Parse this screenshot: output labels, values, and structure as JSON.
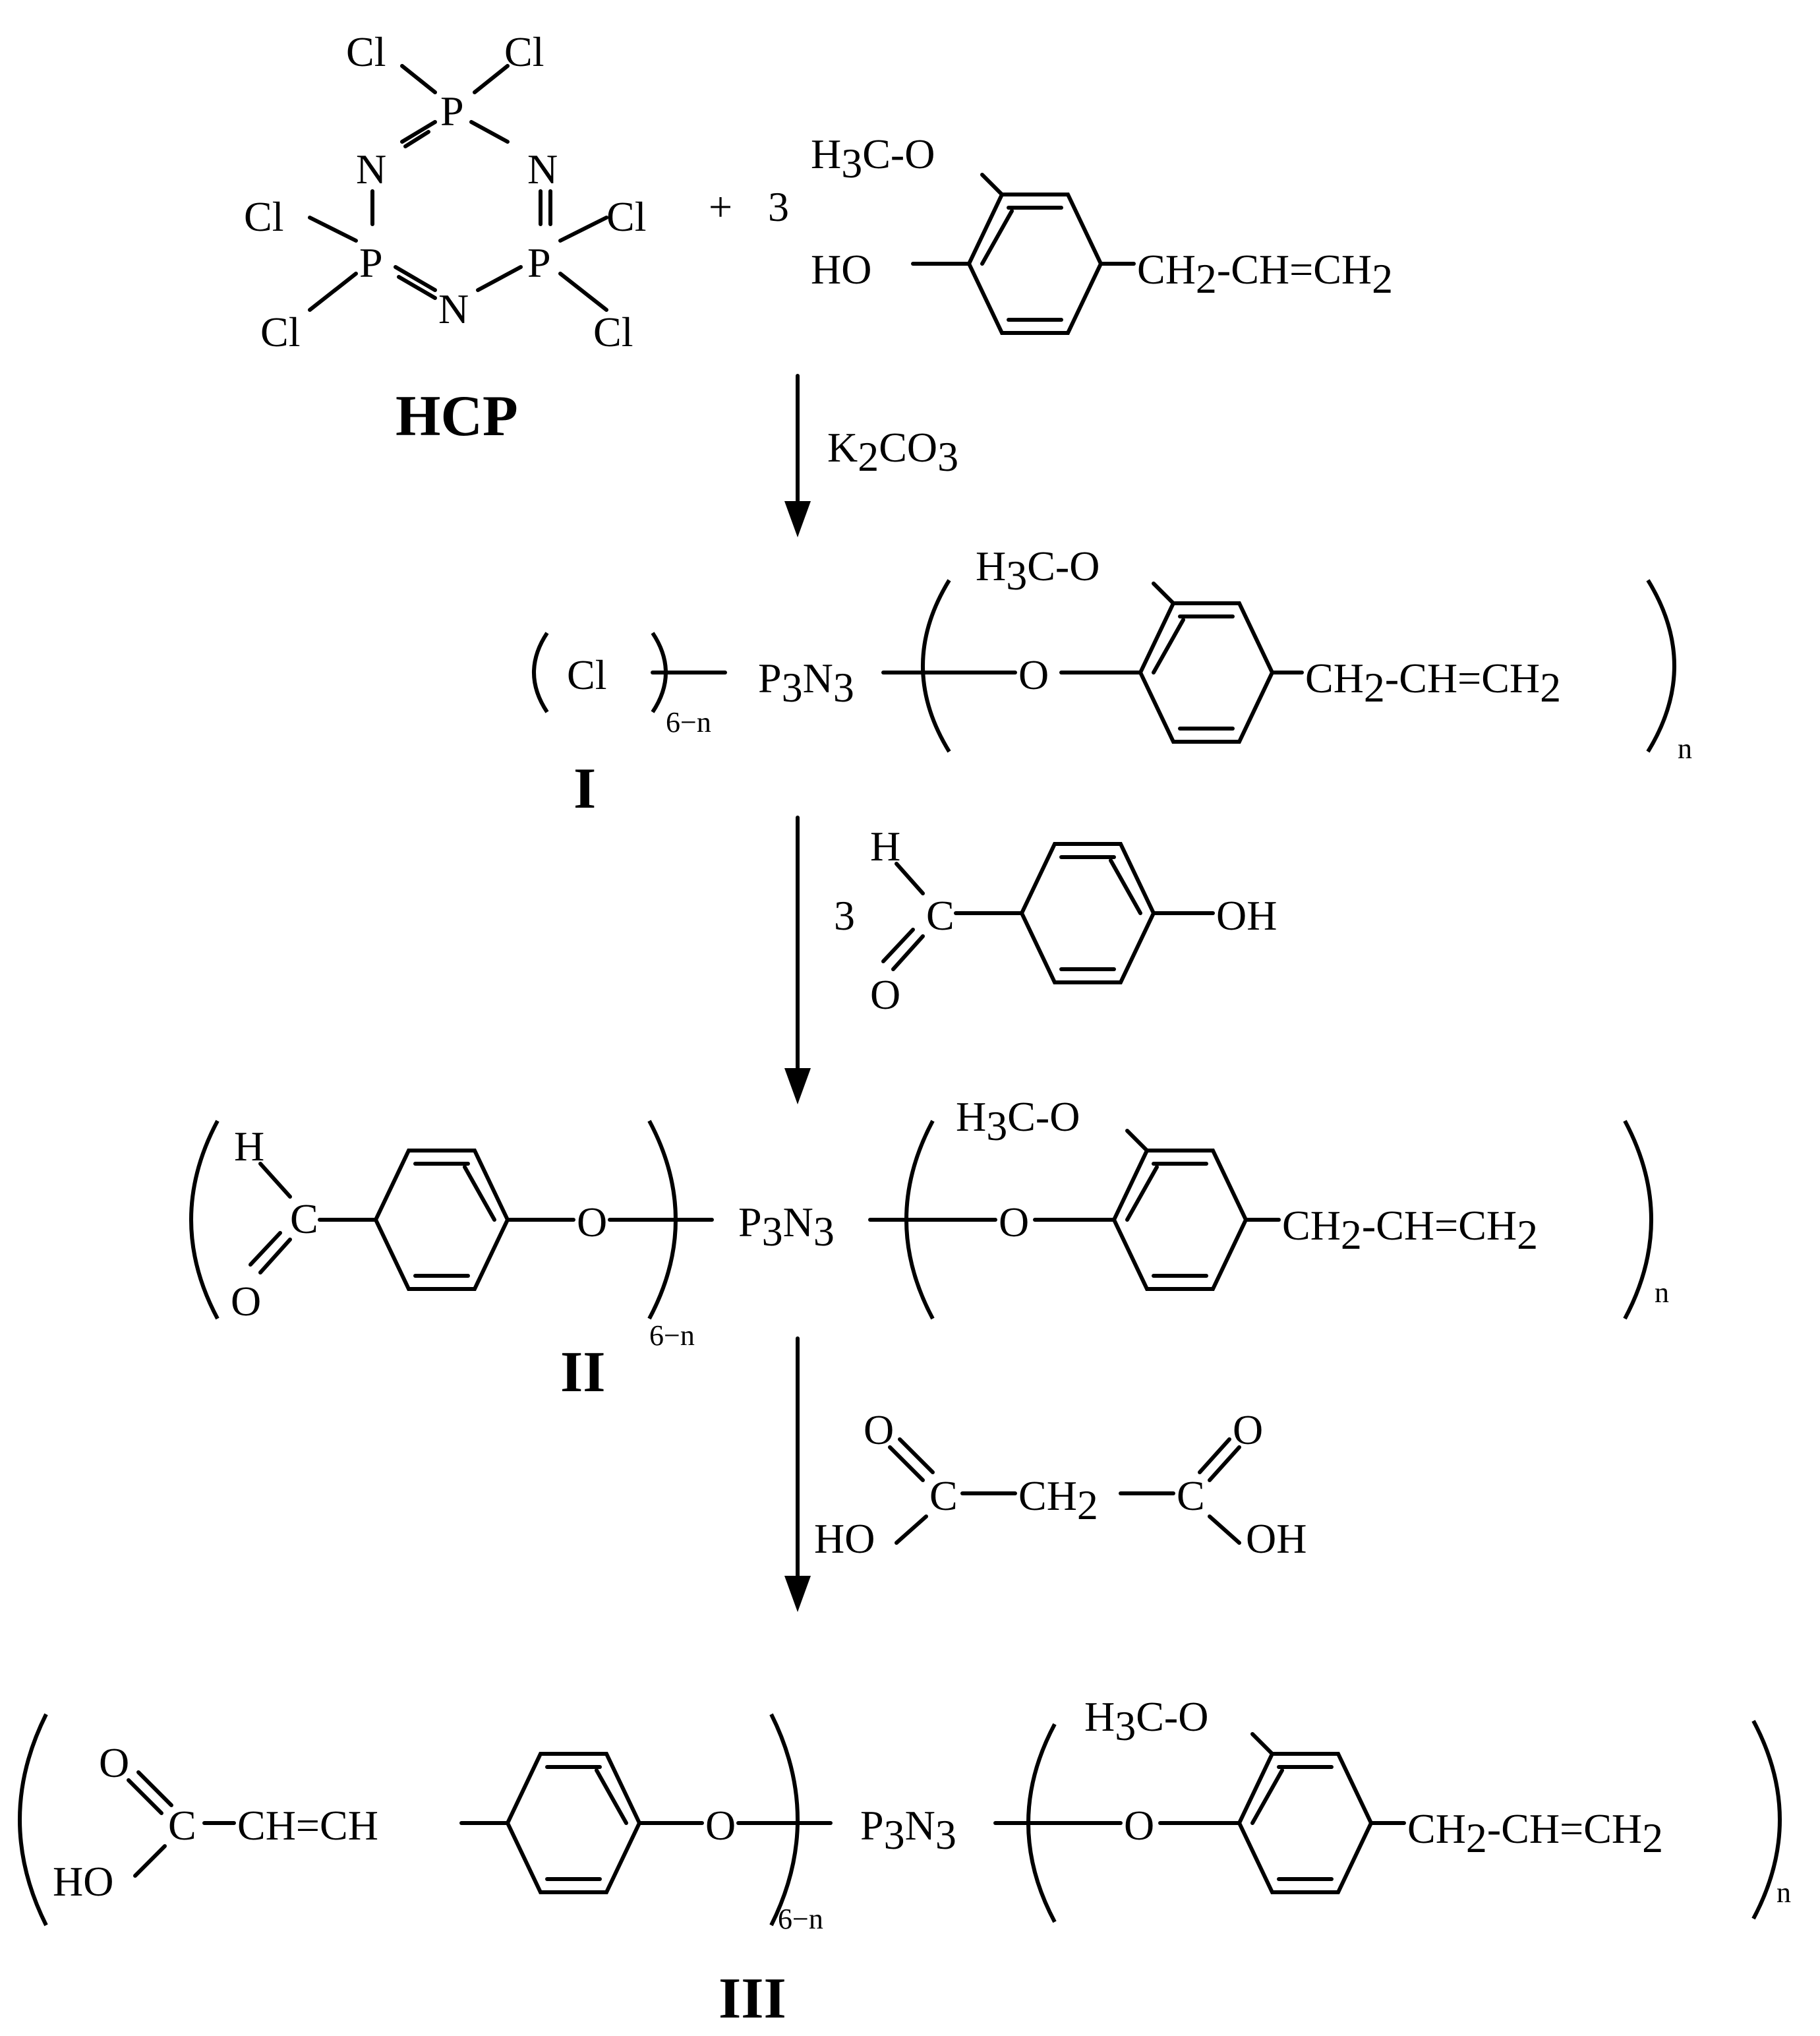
{
  "hcp": {
    "atoms": {
      "cl": "Cl",
      "p": "P",
      "n": "N"
    },
    "label": "HCP"
  },
  "reactant": {
    "coefficient": "3",
    "plus": "+",
    "methoxy": "H3C-O",
    "hydroxy": "HO",
    "allyl": "CH2-CH=CH2"
  },
  "step1": {
    "reagent": "K2CO3"
  },
  "compound_I": {
    "label": "I",
    "chloro": "Cl",
    "core": "P3N3",
    "sub_left": "6−n",
    "sub_right": "n"
  },
  "step2": {
    "coefficient": "3",
    "aldehyde_h": "H",
    "aldehyde_c": "C",
    "aldehyde_o": "O",
    "hydroxy": "OH"
  },
  "compound_II": {
    "label": "II",
    "core": "P3N3",
    "ether_o": "O",
    "sub_left": "6−n",
    "sub_right": "n"
  },
  "step3": {
    "reagent": "HOOC-CH2-COOH",
    "o": "O",
    "c": "C",
    "ch2": "CH2",
    "ho": "HO",
    "oh": "OH"
  },
  "compound_III": {
    "label": "III",
    "core": "P3N3",
    "vinyl": "CH=CH",
    "sub_left": "6−n",
    "sub_right": "n"
  }
}
